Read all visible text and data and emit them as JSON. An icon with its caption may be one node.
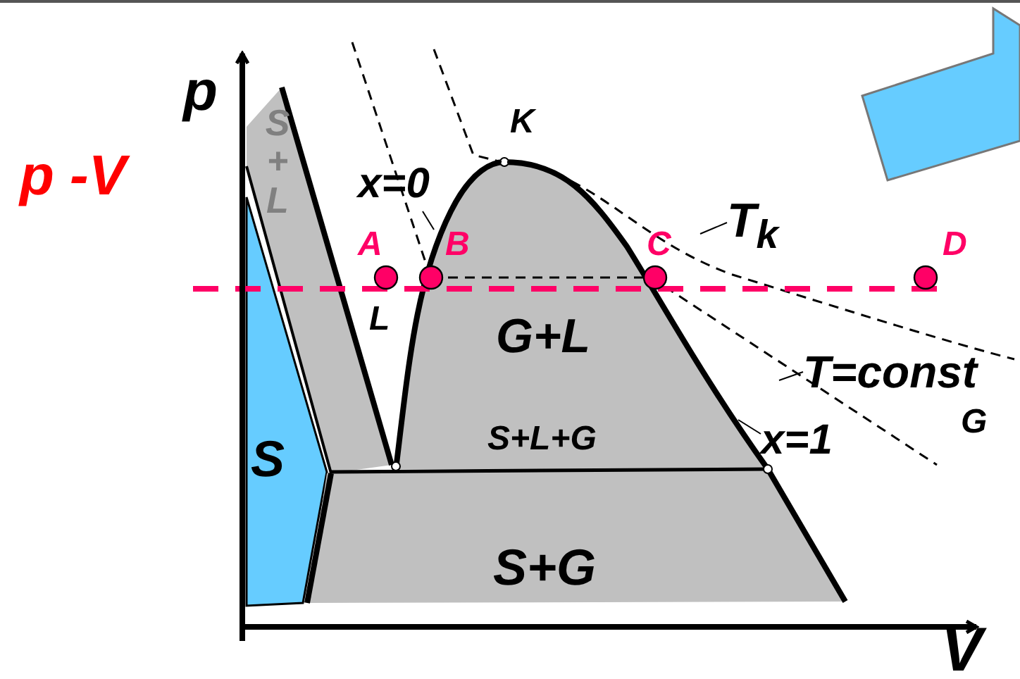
{
  "diagram": {
    "title": "p -V",
    "nodes": [
      {
        "text": [
          "x=0"
        ]
      },
      {
        "text": [
          "T$_{k}$"
        ]
      },
      {
        "text": [
          "T=const"
        ]
      },
      {
        "text": [
          "x=1"
        ]
      }
    ],
    "edges": [
      {
        "from": 0,
        "to": null,
        "arrow": "none"
      },
      {
        "from": 1,
        "to": null,
        "arrow": "none"
      },
      {
        "from": 2,
        "to": null,
        "arrow": "none"
      },
      {
        "from": 3,
        "to": null,
        "arrow": "none"
      }
    ],
    "labels": [
      "p",
      "S + L",
      "K",
      "A",
      "B",
      "C",
      "D",
      "L",
      "G+L",
      "G",
      "S+L+G",
      "S",
      "S+G",
      "V"
    ]
  }
}
